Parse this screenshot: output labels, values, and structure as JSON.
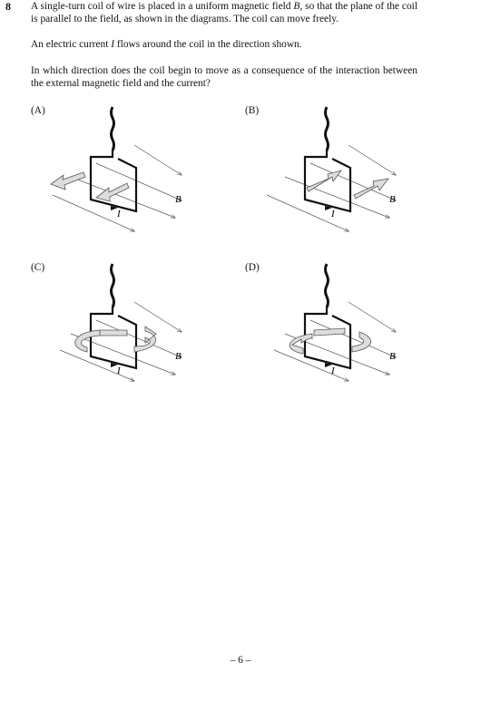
{
  "question": {
    "number": "8",
    "line1_prefix": "A single-turn coil of wire is placed in a uniform magnetic field ",
    "field_symbol": "B",
    "line1_suffix": ", so that the plane of the coil is parallel to the field, as shown in the diagrams. The coil can move freely.",
    "current_prefix": "An electric current ",
    "current_symbol": "I",
    "current_suffix": " flows around the coil in the direction shown.",
    "prompt": "In which direction does the coil begin to move as a consequence of the interaction between the external magnetic field and the current?"
  },
  "options": [
    {
      "label": "(A)",
      "B": "B",
      "I": "I"
    },
    {
      "label": "(B)",
      "B": "B",
      "I": "I"
    },
    {
      "label": "(C)",
      "B": "B",
      "I": "I"
    },
    {
      "label": "(D)",
      "B": "B",
      "I": "I"
    }
  ],
  "footer": {
    "page": "– 6 –"
  }
}
